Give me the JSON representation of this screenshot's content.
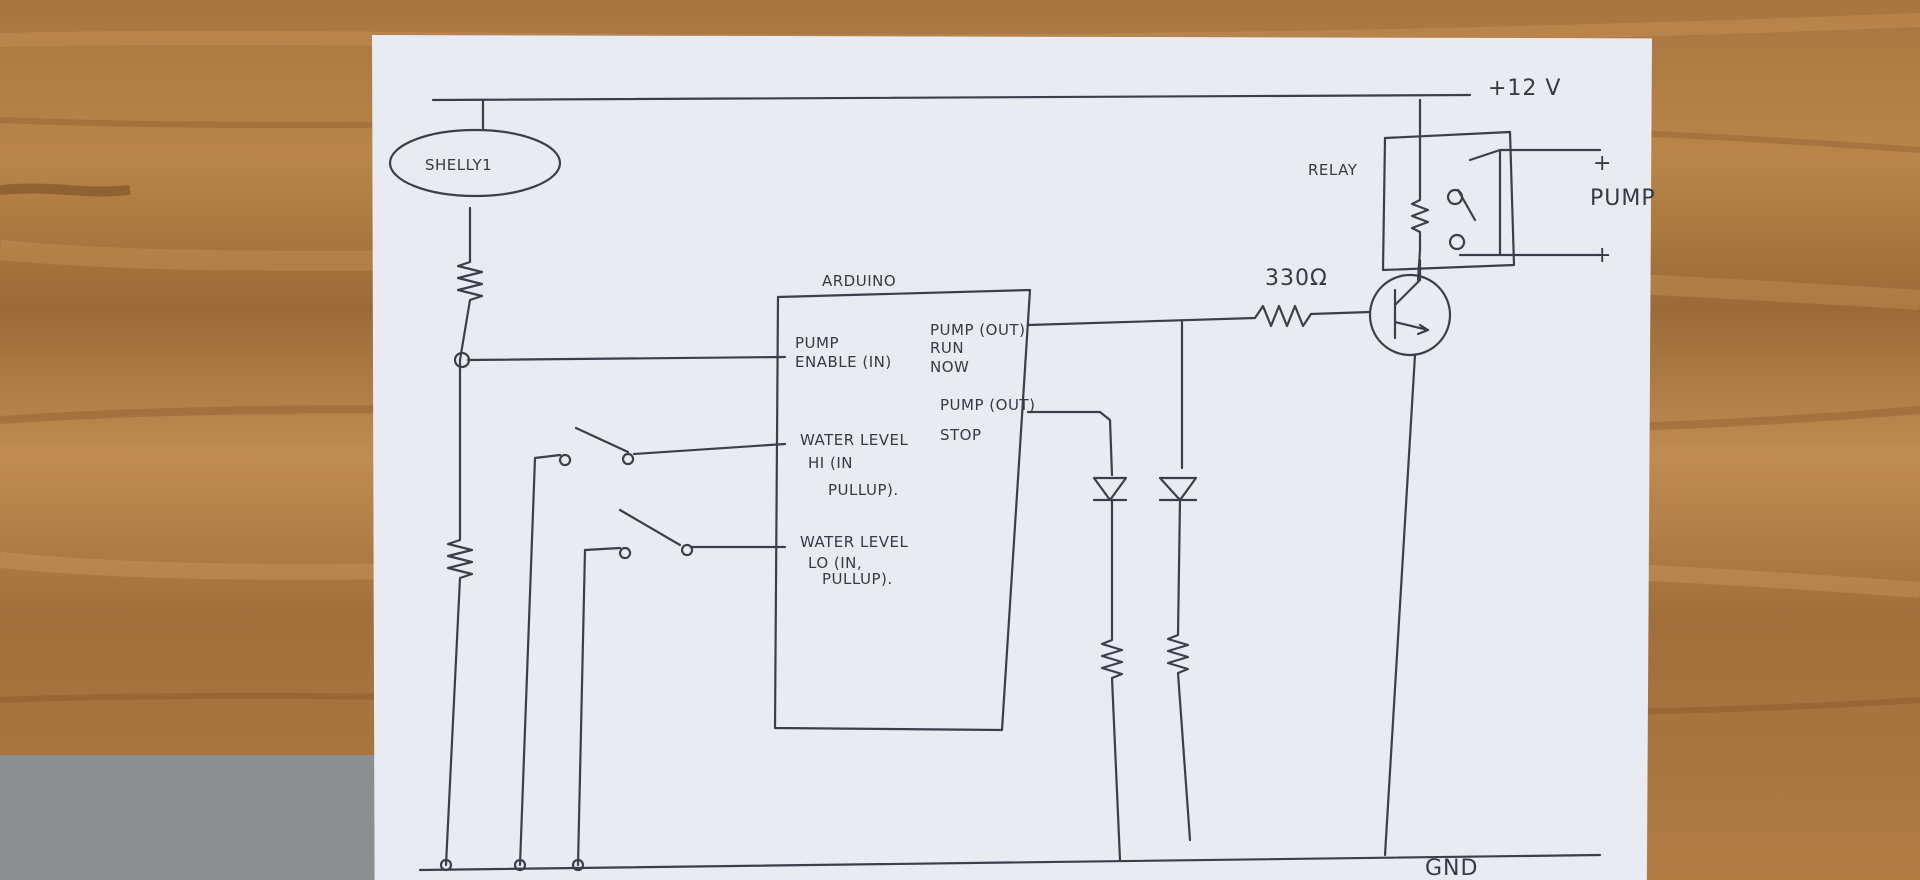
{
  "supply": "+12 V",
  "ground": "GND",
  "shelly": "SHELLY1",
  "arduino": {
    "title": "ARDUINO",
    "pins": {
      "pump_enable": [
        "PUMP",
        "ENABLE (IN)"
      ],
      "water_hi": [
        "WATER LEVEL",
        "HI (IN",
        "PULLUP)."
      ],
      "water_lo": [
        "WATER LEVEL",
        "LO (IN,",
        "PULLUP)."
      ],
      "pump_run": [
        "PUMP (OUT)",
        "RUN",
        "NOW"
      ],
      "pump_stop": [
        "PUMP (OUT)",
        "STOP"
      ]
    }
  },
  "relay": "RELAY",
  "pump": "PUMP",
  "resistor": "330Ω",
  "pump_terminals": [
    "+",
    "+"
  ]
}
